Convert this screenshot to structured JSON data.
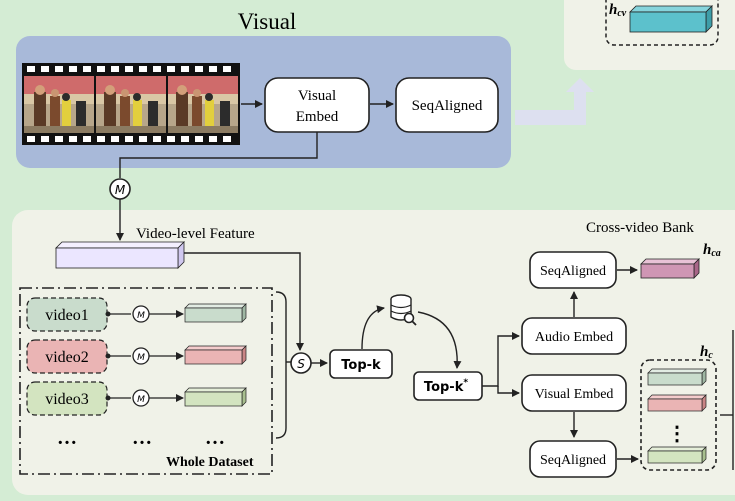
{
  "visual": {
    "title": "Visual",
    "embed_line1": "Visual",
    "embed_line2": "Embed",
    "seqaligned": "SeqAligned"
  },
  "top_right": {
    "hcv_label": "h",
    "hcv_sub": "cv"
  },
  "cross": {
    "title": "Cross-video Bank",
    "video_level_feature": "Video-level Feature",
    "videos": [
      "video1",
      "video2",
      "video3"
    ],
    "ellipsis": "…",
    "whole_dataset": "Whole Dataset",
    "merge_symbol": "M",
    "select_symbol": "S",
    "topk": "Top-k",
    "topk_star": "Top-k",
    "star": "*",
    "seqaligned_audio": "SeqAligned",
    "audio_embed": "Audio Embed",
    "visual_embed": "Visual Embed",
    "seqaligned_visual": "SeqAligned",
    "hca_label": "h",
    "hca_sub": "ca",
    "hc_label": "h",
    "hc_sub": "c",
    "vdots": "⋮"
  },
  "colors": {
    "background": "#d4ecd4",
    "visual_panel": "#a8b9d9",
    "cross_panel": "#f0f2e8",
    "video1": "#c9dccc",
    "video2": "#eab4b4",
    "video3": "#d3e4c0",
    "cyan_feature": "#5cc1cc",
    "pink_feature": "#cf96b4"
  }
}
